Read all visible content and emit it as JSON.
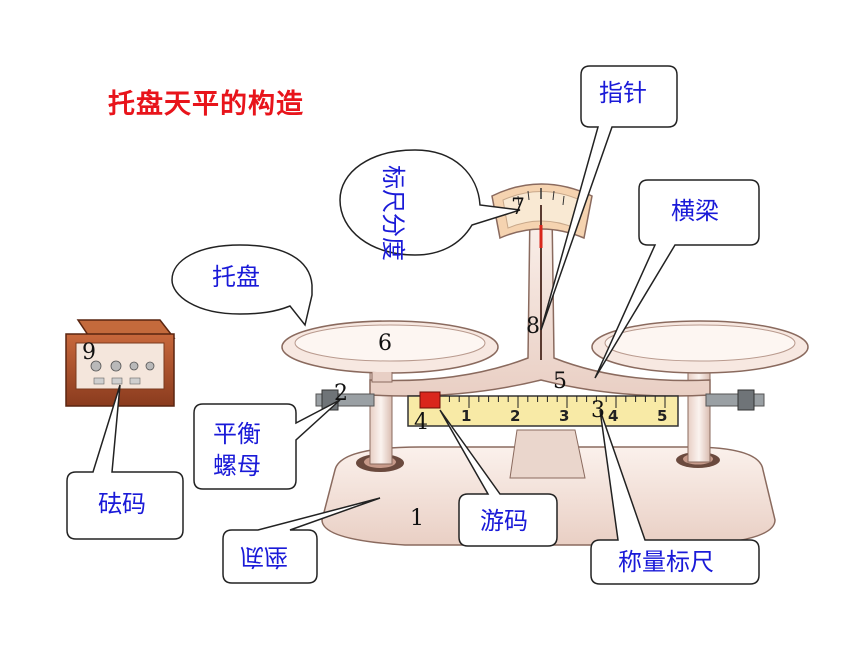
{
  "title": "托盘天平的构造",
  "labels": {
    "pointer": "指针",
    "scale_plate": "标尺分度",
    "beam": "横梁",
    "tray": "托盘",
    "balance_nut": "平衡螺母",
    "weights": "砝码",
    "rider": "游码",
    "base": "底座",
    "weighing_scale": "称量标尺"
  },
  "numbers": {
    "n1": "1",
    "n2": "2",
    "n3": "3",
    "n4": "4",
    "n5": "5",
    "n6": "6",
    "n7": "7",
    "n8": "8",
    "n9": "9"
  },
  "ruler_ticks": [
    "1",
    "2",
    "3",
    "4",
    "5"
  ],
  "colors": {
    "title": "#e8141b",
    "callout_text": "#1a1ad8",
    "balance_body": "#f6e4dc",
    "weight_box": "#b5502a",
    "rider": "#d9261c",
    "ruler": "#f8eaa6"
  }
}
